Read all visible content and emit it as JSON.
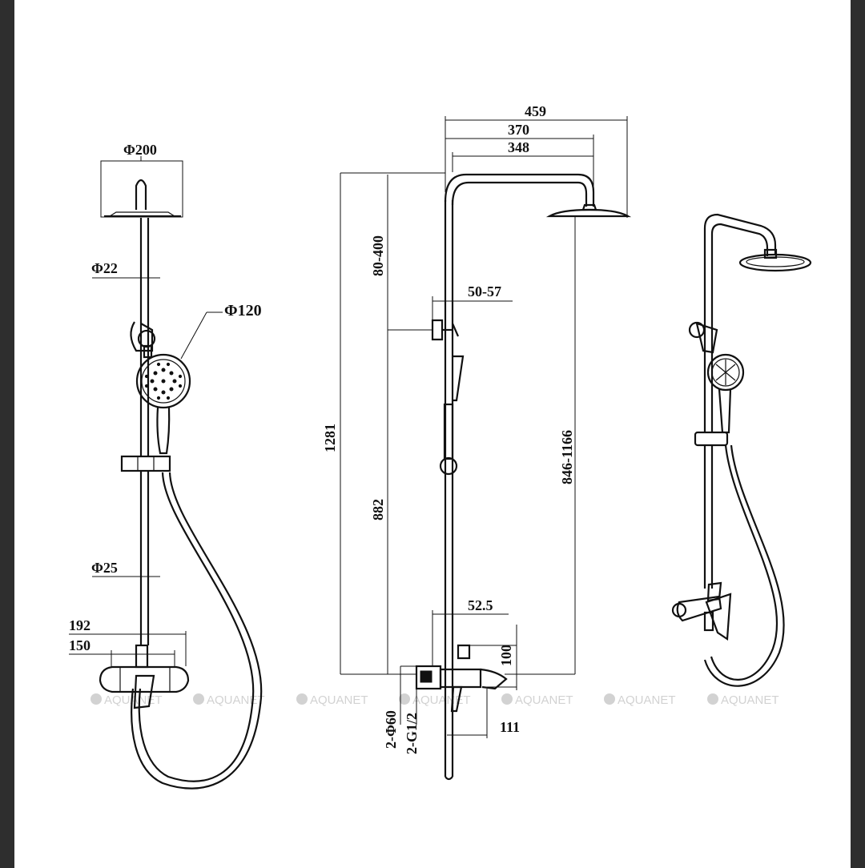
{
  "dimensions": {
    "head_diameter": "Φ200",
    "pipe_diameter_top": "Φ22",
    "hand_shower_diameter": "Φ120",
    "pipe_diameter_bottom": "Φ25",
    "mixer_width_outer": "192",
    "mixer_width_inner": "150",
    "arm_total": "459",
    "arm_middle": "370",
    "arm_inner": "348",
    "head_height_range": "80-400",
    "holder_offset": "50-57",
    "total_height": "1281",
    "lower_pipe": "882",
    "adjust_range": "846-1166",
    "mixer_offset": "52.5",
    "mixer_height": "100",
    "inlet_diameter": "2-Φ60",
    "inlet_thread": "2-G1/2",
    "spout_projection": "111"
  },
  "watermarks": [
    "AQUANET",
    "AQUANET",
    "AQUANET",
    "AQUANET",
    "AQUANET",
    "AQUANET",
    "AQUANET"
  ],
  "colors": {
    "line": "#111111",
    "watermark": "#d2d2d2",
    "frame": "#2e2e2e"
  }
}
